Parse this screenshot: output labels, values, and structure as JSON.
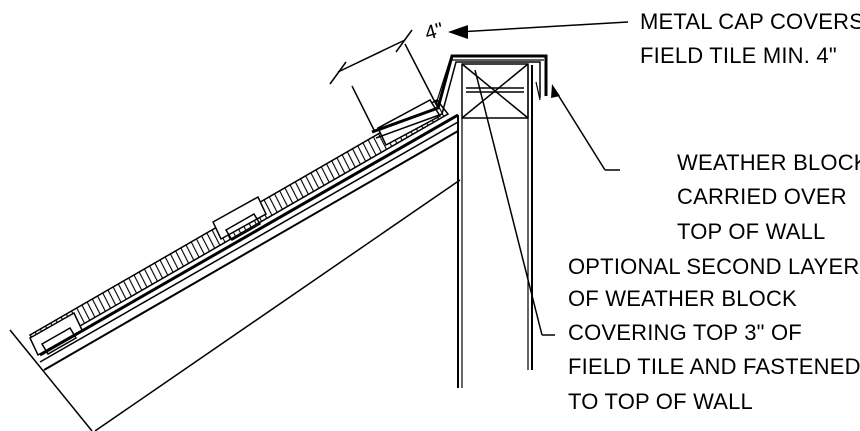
{
  "diagram": {
    "dimension_label": "4\"",
    "callouts": {
      "metal_cap": [
        "METAL CAP COVERS",
        "FIELD TILE MIN. 4\""
      ],
      "weather_block": [
        "WEATHER BLOCK",
        "CARRIED OVER",
        "TOP OF WALL"
      ],
      "optional_layer": [
        "OPTIONAL SECOND LAYER",
        "OF WEATHER BLOCK",
        "COVERING TOP 3\" OF",
        "FIELD TILE AND FASTENED",
        "TO TOP OF WALL"
      ]
    },
    "colors": {
      "ink": "#000000",
      "background": "#ffffff"
    }
  }
}
